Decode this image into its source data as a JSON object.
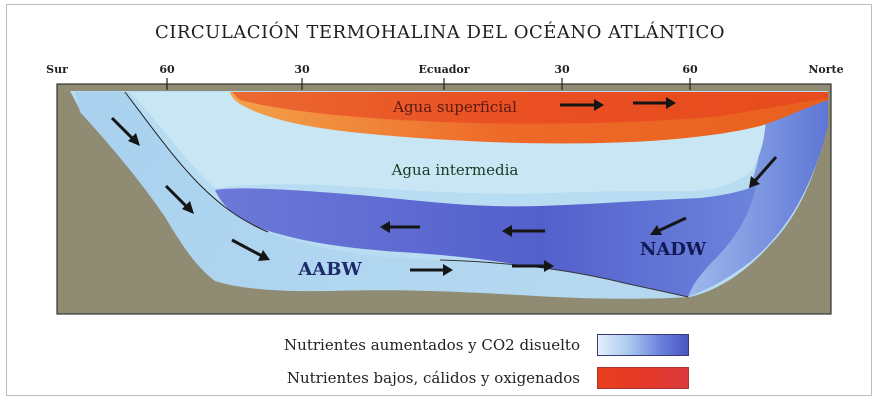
{
  "title": "CIRCULACIÓN TERMOHALINA DEL OCÉANO ATLÁNTICO",
  "axis": {
    "ticks": [
      "Sur",
      "60",
      "30",
      "Ecuador",
      "30",
      "60",
      "Norte"
    ]
  },
  "labels": {
    "surface": "Agua superficial",
    "intermediate": "Agua intermedia",
    "aabw": "AABW",
    "nadw": "NADW"
  },
  "legend": [
    {
      "text": "Nutrientes aumentados y CO2 disuelto",
      "color_start": "#e4f0fb",
      "color_end": "#4a55c2"
    },
    {
      "text": "Nutrientes bajos, cálidos y oxigenados",
      "color_start": "#e8401e",
      "color_end": "#d93a3a"
    }
  ],
  "colors": {
    "seafloor": "#8f8c73",
    "surface_water": "#f06a2a",
    "intermediate_water": "#c8e6f5",
    "deep_blue": "#5c67cf",
    "light_blue": "#a9d3ef"
  }
}
